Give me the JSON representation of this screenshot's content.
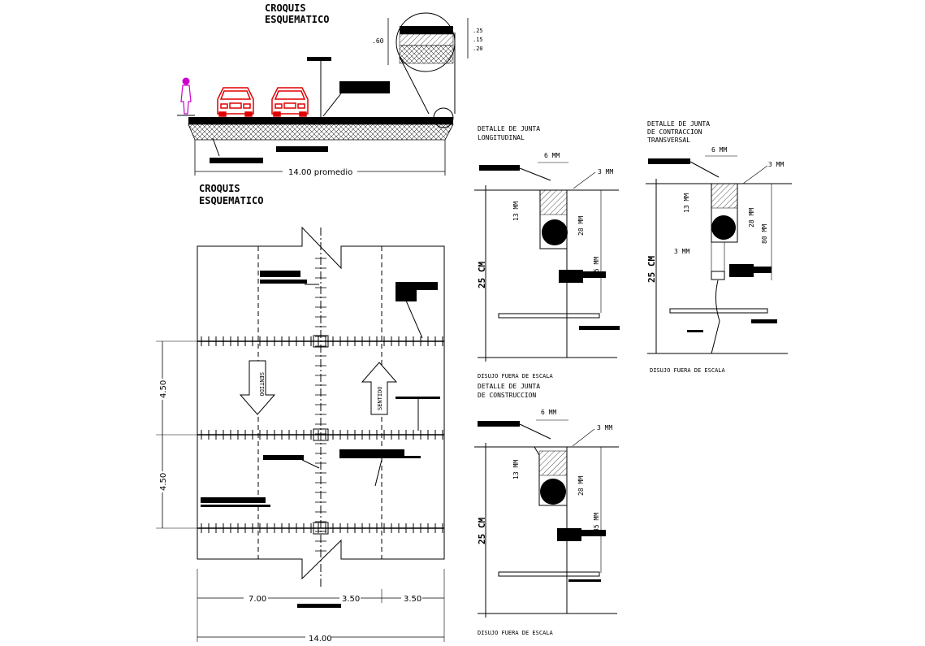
{
  "section": {
    "title_line1": "CROQUIS",
    "title_line2": "ESQUEMATICO",
    "width_label": "14.00 promedio",
    "dims": [
      ".60",
      ".25",
      ".15",
      ".20"
    ]
  },
  "plan": {
    "title_line1": "CROQUIS",
    "title_line2": "ESQUEMATICO",
    "arrow_label": "SENTIDO",
    "dims": {
      "left_upper": "4.50",
      "left_lower": "4.50",
      "bottom_a": "7.00",
      "bottom_b": "3.50",
      "bottom_c": "3.50",
      "total": "14.00"
    }
  },
  "detail_longitudinal": {
    "title_line1": "DETALLE DE JUNTA",
    "title_line2": "LONGITUDINAL",
    "dim_top": "6 MM",
    "dim_right": "3 MM",
    "dim_13": "13 MM",
    "dim_28": "28 MM",
    "dim_35": "35 MM",
    "depth": "25 CM",
    "footer": "DISUJO FUERA DE ESCALA"
  },
  "detail_contraccion": {
    "title_line1": "DETALLE DE JUNTA",
    "title_line2": "DE CONTRACCION",
    "title_line3": "TRANSVERSAL",
    "dim_top": "6 MM",
    "dim_right": "3 MM",
    "dim_13": "13 MM",
    "dim_28": "28 MM",
    "dim_80": "80 MM",
    "dim_3b": "3 MM",
    "depth": "25 CM",
    "footer": "DISUJO FUERA DE ESCALA"
  },
  "detail_construccion": {
    "title_line1": "DETALLE DE JUNTA",
    "title_line2": "DE CONSTRUCCION",
    "dim_top": "6 MM",
    "dim_right": "3 MM",
    "dim_13": "13 MM",
    "dim_28": "28 MM",
    "dim_35": "35 MM",
    "depth": "25 CM",
    "footer": "DISUJO FUERA DE ESCALA"
  },
  "colors": {
    "car": "#e00000",
    "person": "#cc00cc",
    "ink": "#000000"
  }
}
